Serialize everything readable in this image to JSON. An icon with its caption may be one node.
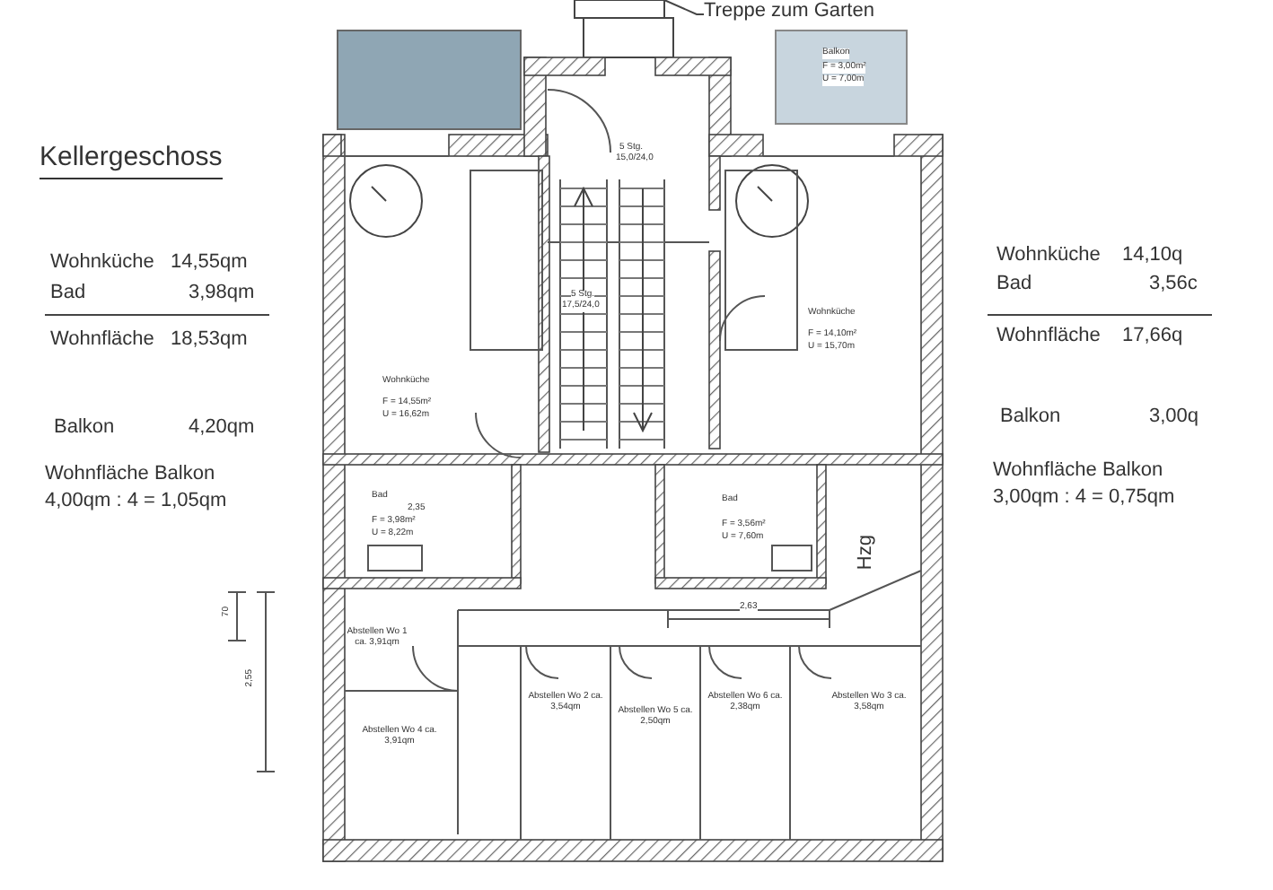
{
  "diagram": {
    "title": "Kellergeschoss",
    "labels": [
      "Treppe zum Garten",
      "Balkon",
      "F = 3,00m²",
      "U = 7,00m",
      "5 Stg.",
      "15,0/24,0",
      "5 Stg.",
      "17,5/24,0",
      "Wohnküche",
      "14,55qm",
      "Bad",
      "3,98qm",
      "Wohnfläche",
      "18,53qm",
      "Balkon",
      "4,20qm",
      "Wohnfläche Balkon",
      "4,00qm : 4 = 1,05qm",
      "Wohnküche",
      "14,10q",
      "Bad",
      "3,56c",
      "Wohnfläche",
      "17,66q",
      "Balkon",
      "3,00q",
      "Wohnfläche Balkon",
      "3,00qm : 4 = 0,75qm",
      "Wohnküche",
      "F = 14,55m²",
      "U = 16,62m",
      "Wohnküche",
      "F = 14,10m²",
      "U = 15,70m",
      "Bad",
      "2,35",
      "F = 3,98m²",
      "U = 8,22m",
      "Bad",
      "F = 3,56m²",
      "U = 7,60m",
      "Hzg",
      "2,63",
      "70",
      "2,55",
      "Abstellen Wo 1 ca. 3,91qm",
      "Abstellen Wo 4 ca. 3,91qm",
      "Abstellen Wo 2 ca. 3,54qm",
      "Abstellen Wo 5 ca. 2,50qm",
      "Abstellen Wo 6 ca. 2,38qm",
      "Abstellen Wo 3 ca. 3,58qm"
    ]
  }
}
